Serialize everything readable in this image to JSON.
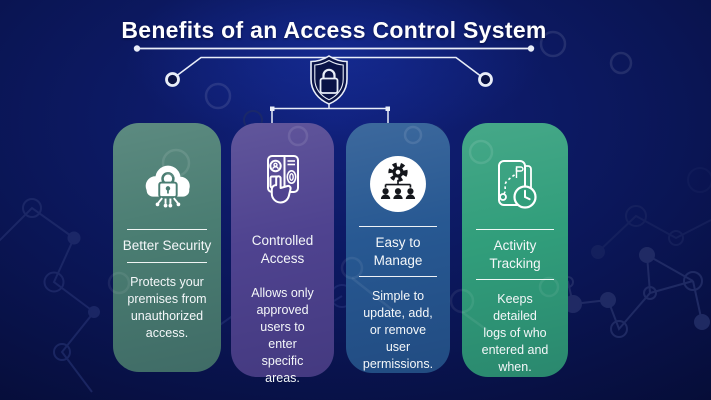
{
  "title": "Benefits of an Access Control System",
  "hero": {
    "icon": "shield-lock-icon"
  },
  "cards": [
    {
      "title": "Better Security",
      "description": "Protects your premises from unauthorized access.",
      "icon": "cloud-lock-icon",
      "color": "#4a7d72"
    },
    {
      "title": "Controlled Access",
      "description": "Allows only approved users to enter specific areas.",
      "icon": "access-panel-icon",
      "color": "#4f4390"
    },
    {
      "title": "Easy to Manage",
      "description": "Simple to update, add, or remove user permissions.",
      "icon": "user-management-icon",
      "color": "#275892"
    },
    {
      "title": "Activity Tracking",
      "description": "Keeps detailed logs of who entered and when.",
      "icon": "activity-log-icon",
      "color": "#319e7b"
    }
  ],
  "colors": {
    "background_navy": "#0a1554",
    "card_better_security": "#4a7d72",
    "card_controlled_access": "#4f4390",
    "card_easy_to_manage": "#275892",
    "card_activity_tracking": "#319e7b",
    "line_white": "#e8edf8",
    "text": "#ffffff"
  }
}
